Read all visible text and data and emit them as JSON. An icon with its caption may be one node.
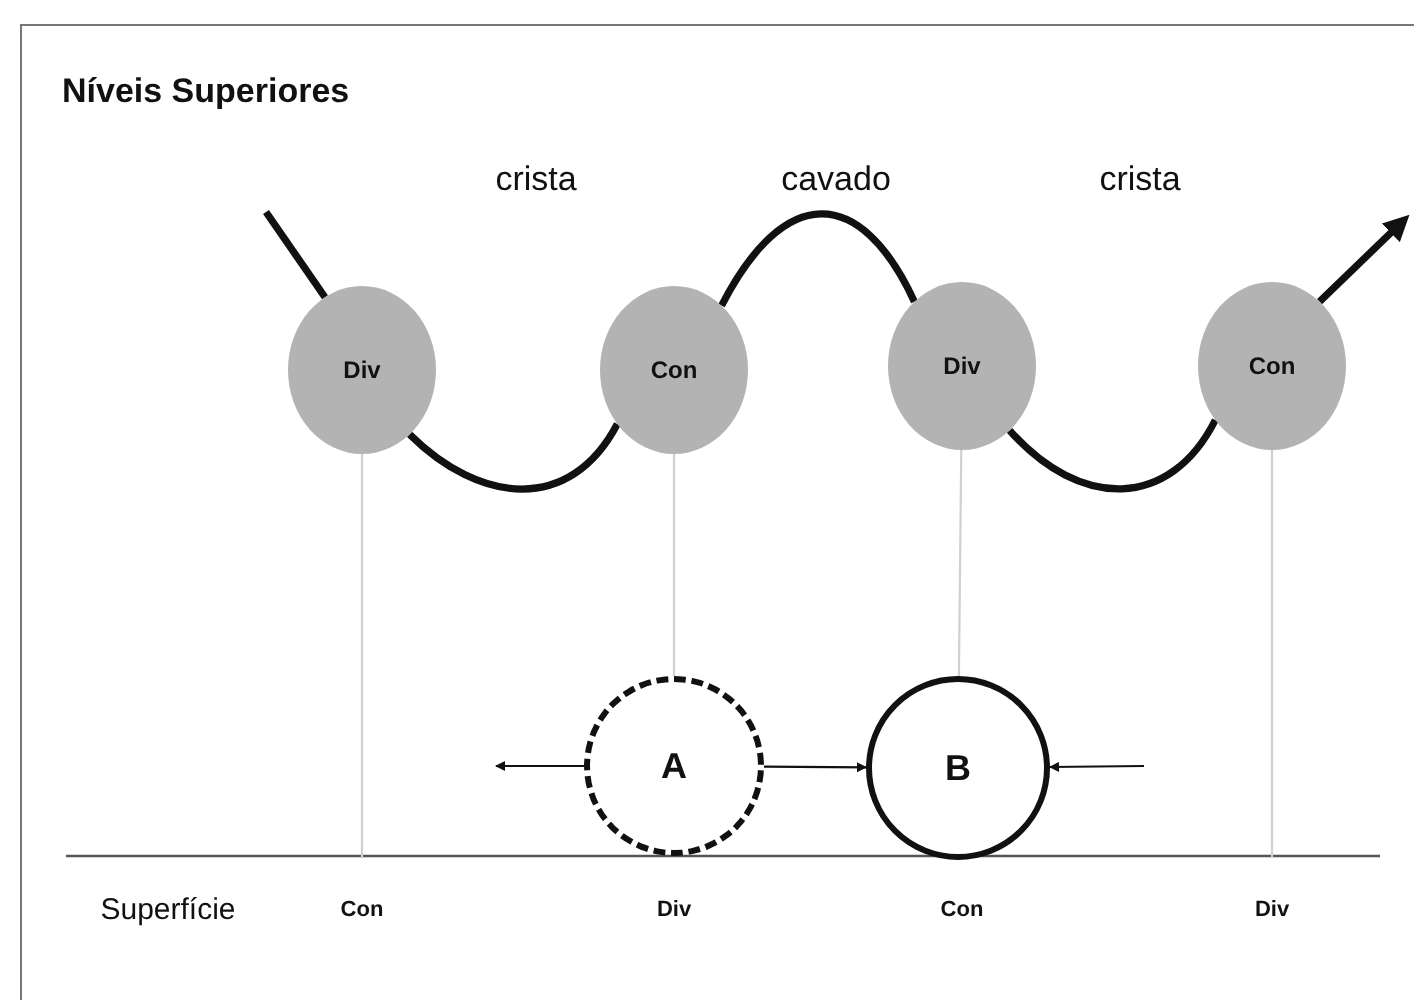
{
  "diagram": {
    "title": "Níveis Superiores",
    "nodes": [
      {
        "text": [
          "Div"
        ]
      },
      {
        "text": [
          "Con"
        ]
      },
      {
        "text": [
          "Div"
        ]
      },
      {
        "text": [
          "Con"
        ]
      },
      {
        "text": [
          "A"
        ]
      },
      {
        "text": [
          "B"
        ]
      },
      {
        "text": [
          "Con"
        ]
      },
      {
        "text": [
          "Div"
        ]
      },
      {
        "text": [
          "Con"
        ]
      },
      {
        "text": [
          "Div"
        ]
      }
    ],
    "edges": [
      {
        "from": null,
        "to": 0,
        "arrow": "none",
        "style": "thick"
      },
      {
        "from": 0,
        "to": 1,
        "arrow": "none",
        "style": "thick"
      },
      {
        "from": 1,
        "to": 2,
        "arrow": "none",
        "style": "thick"
      },
      {
        "from": 2,
        "to": 3,
        "arrow": "none",
        "style": "thick"
      },
      {
        "from": 3,
        "to": null,
        "arrow": "to",
        "style": "thick"
      },
      {
        "from": 0,
        "to": 6,
        "arrow": "none",
        "color": "#d0d0d0"
      },
      {
        "from": 1,
        "to": 4,
        "arrow": "none",
        "color": "#d0d0d0"
      },
      {
        "from": 2,
        "to": 5,
        "arrow": "none",
        "color": "#d0d0d0"
      },
      {
        "from": 3,
        "to": 9,
        "arrow": "none",
        "color": "#d0d0d0"
      },
      {
        "from": 4,
        "to": null,
        "arrow": "to"
      },
      {
        "from": 4,
        "to": 5,
        "arrow": "to"
      },
      {
        "from": null,
        "to": 5,
        "arrow": "to"
      }
    ],
    "labels": [
      "crista",
      "cavado",
      "crista",
      "Superfície"
    ]
  }
}
